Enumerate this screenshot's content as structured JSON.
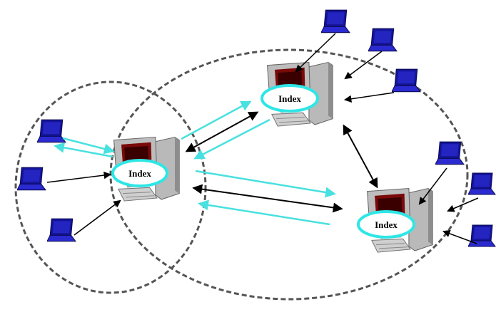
{
  "diagram": {
    "servers": [
      {
        "id": "server-left",
        "label": "Index"
      },
      {
        "id": "server-top",
        "label": "Index"
      },
      {
        "id": "server-right",
        "label": "Index"
      }
    ],
    "clusters": [
      {
        "id": "cluster-left"
      },
      {
        "id": "cluster-right"
      }
    ],
    "colors": {
      "laptop_screen": "#14149a",
      "laptop_base": "#2a2ad0",
      "index_ring": "#2ee6e6",
      "cyan_arrow": "#49e0e0",
      "black_arrow": "#000000",
      "cluster_outline": "#555555"
    }
  }
}
